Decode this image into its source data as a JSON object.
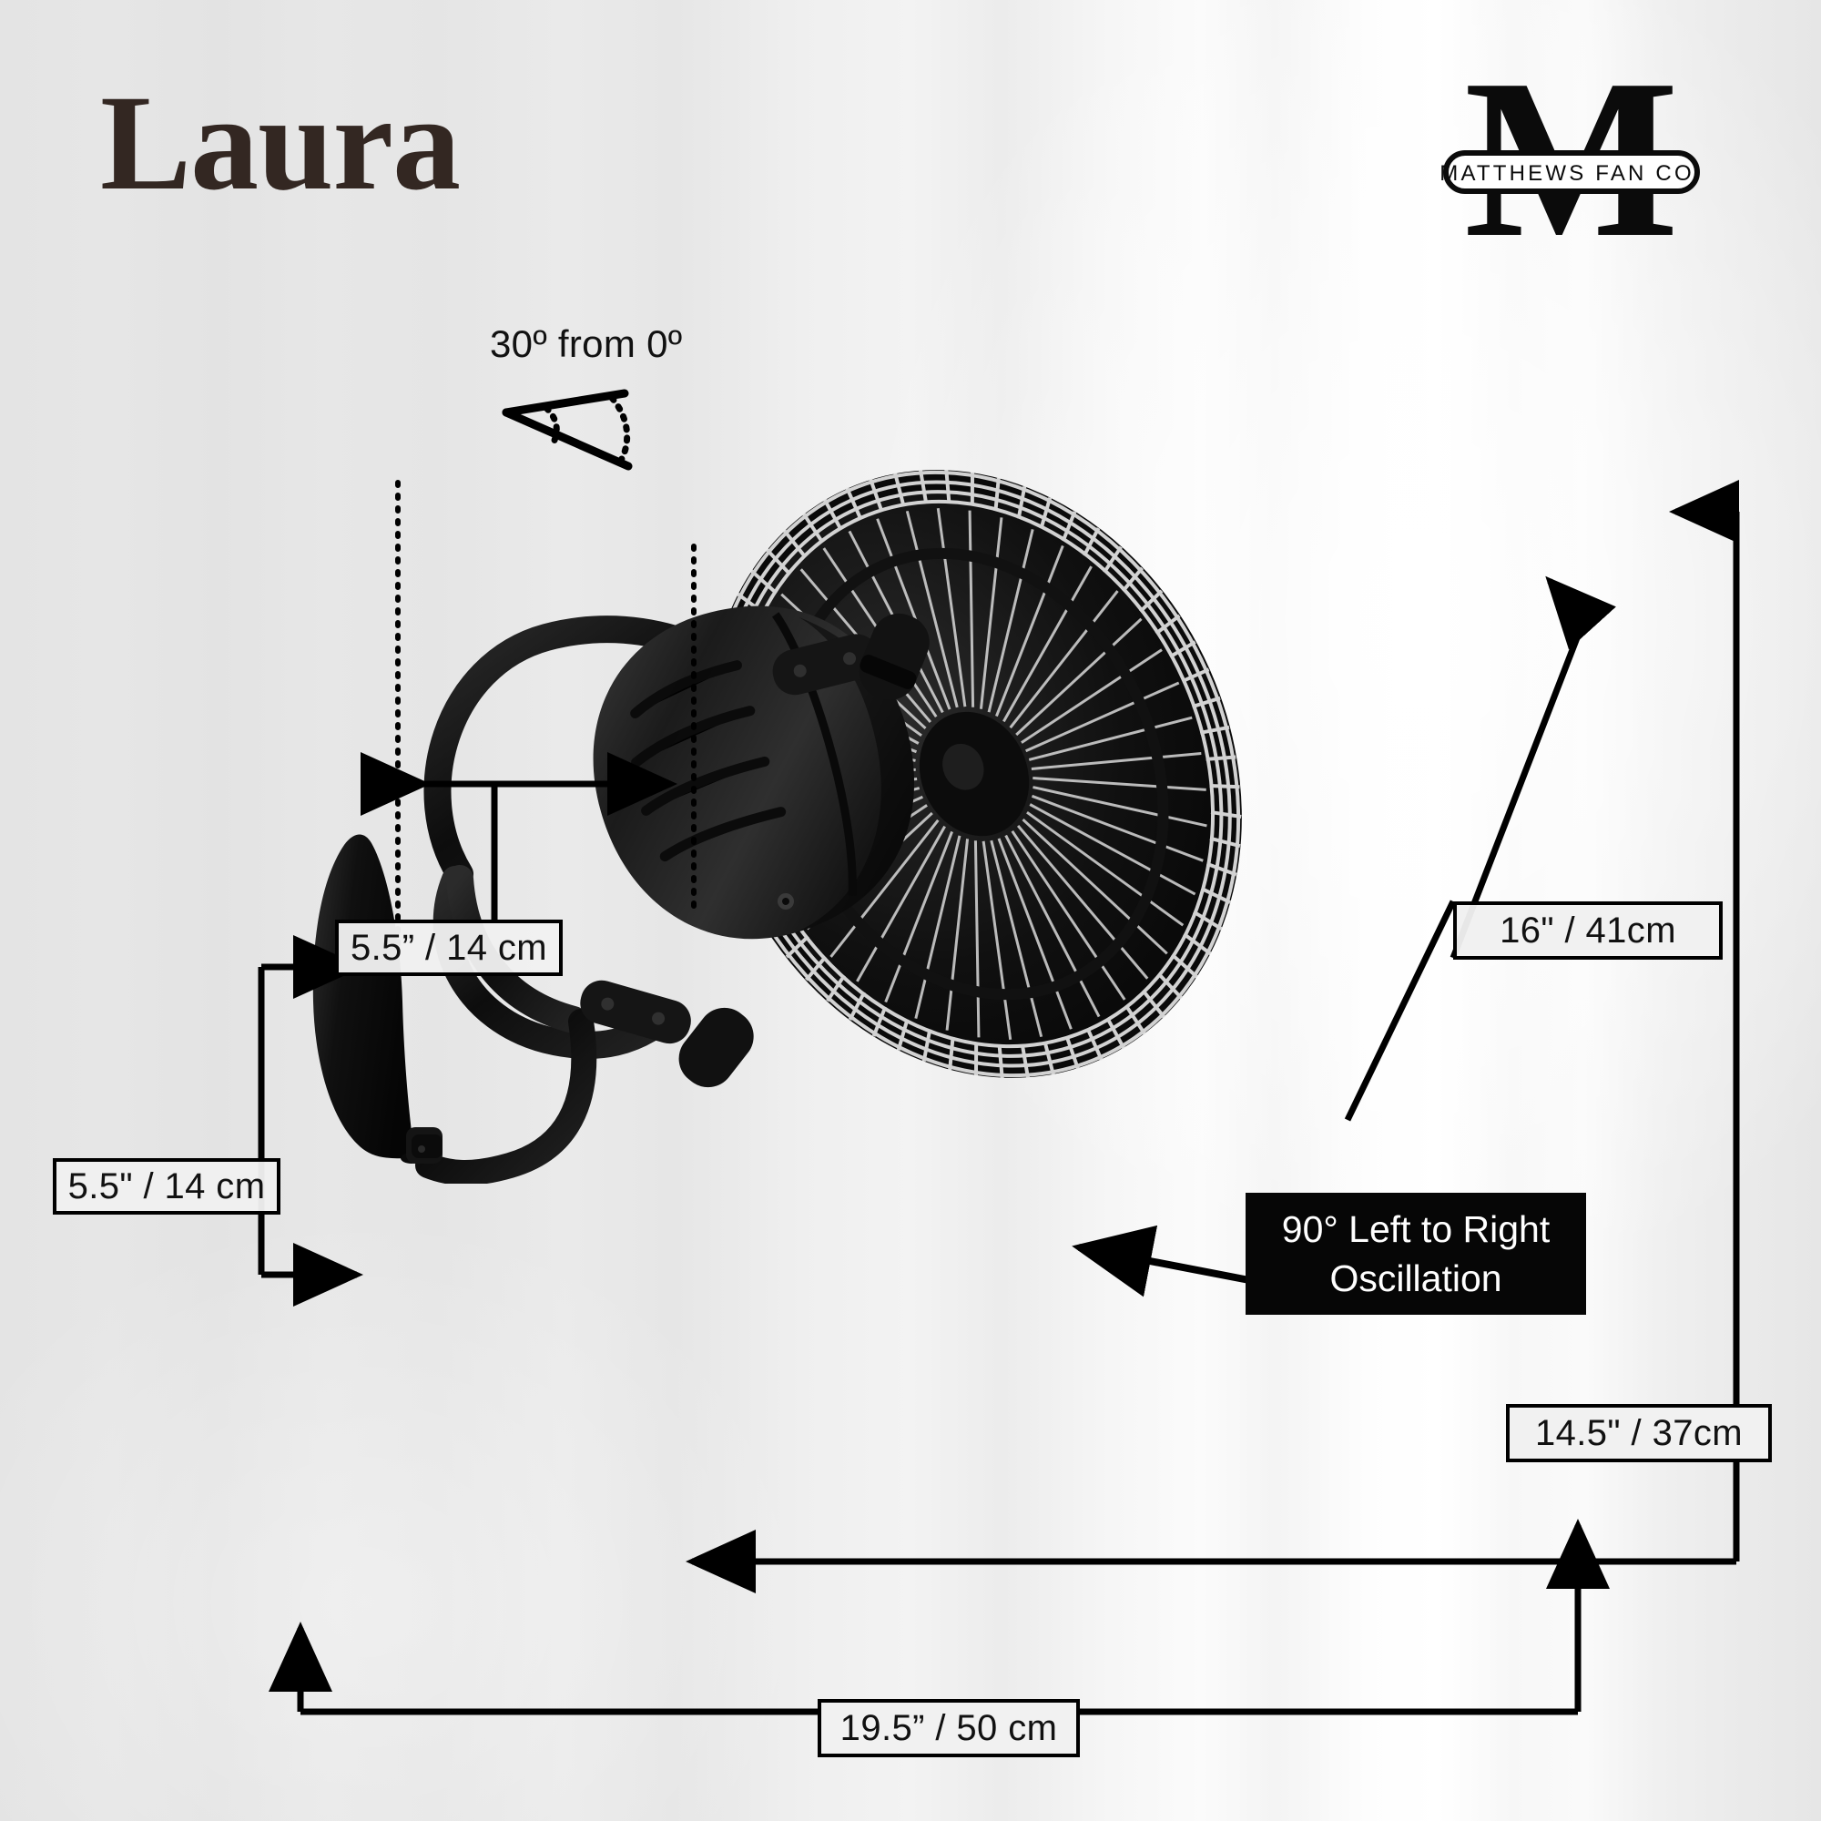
{
  "page": {
    "title": "Laura",
    "title_color": "#332722",
    "bg_base_color": "#e8e8e8",
    "ink_color": "#000000",
    "badge_bg_color": "#060606",
    "badge_text_color": "#ffffff"
  },
  "brand": {
    "monogram": "M",
    "name": "MATTHEWS FAN CO."
  },
  "annotations": {
    "tilt_note": "30º from 0º",
    "depth": "5.5” / 14 cm",
    "mount_diameter": "5.5\" / 14 cm",
    "blade_span": "16\" / 41cm",
    "height": "14.5\" / 37cm",
    "width": "19.5” / 50 cm",
    "oscillation_line1": "90° Left to Right",
    "oscillation_line2": "Oscillation"
  },
  "product": {
    "finish": "matte black",
    "parts": [
      "wall-canopy",
      "gooseneck-arm",
      "motor-housing",
      "swivel-joints",
      "blade-cage"
    ]
  }
}
